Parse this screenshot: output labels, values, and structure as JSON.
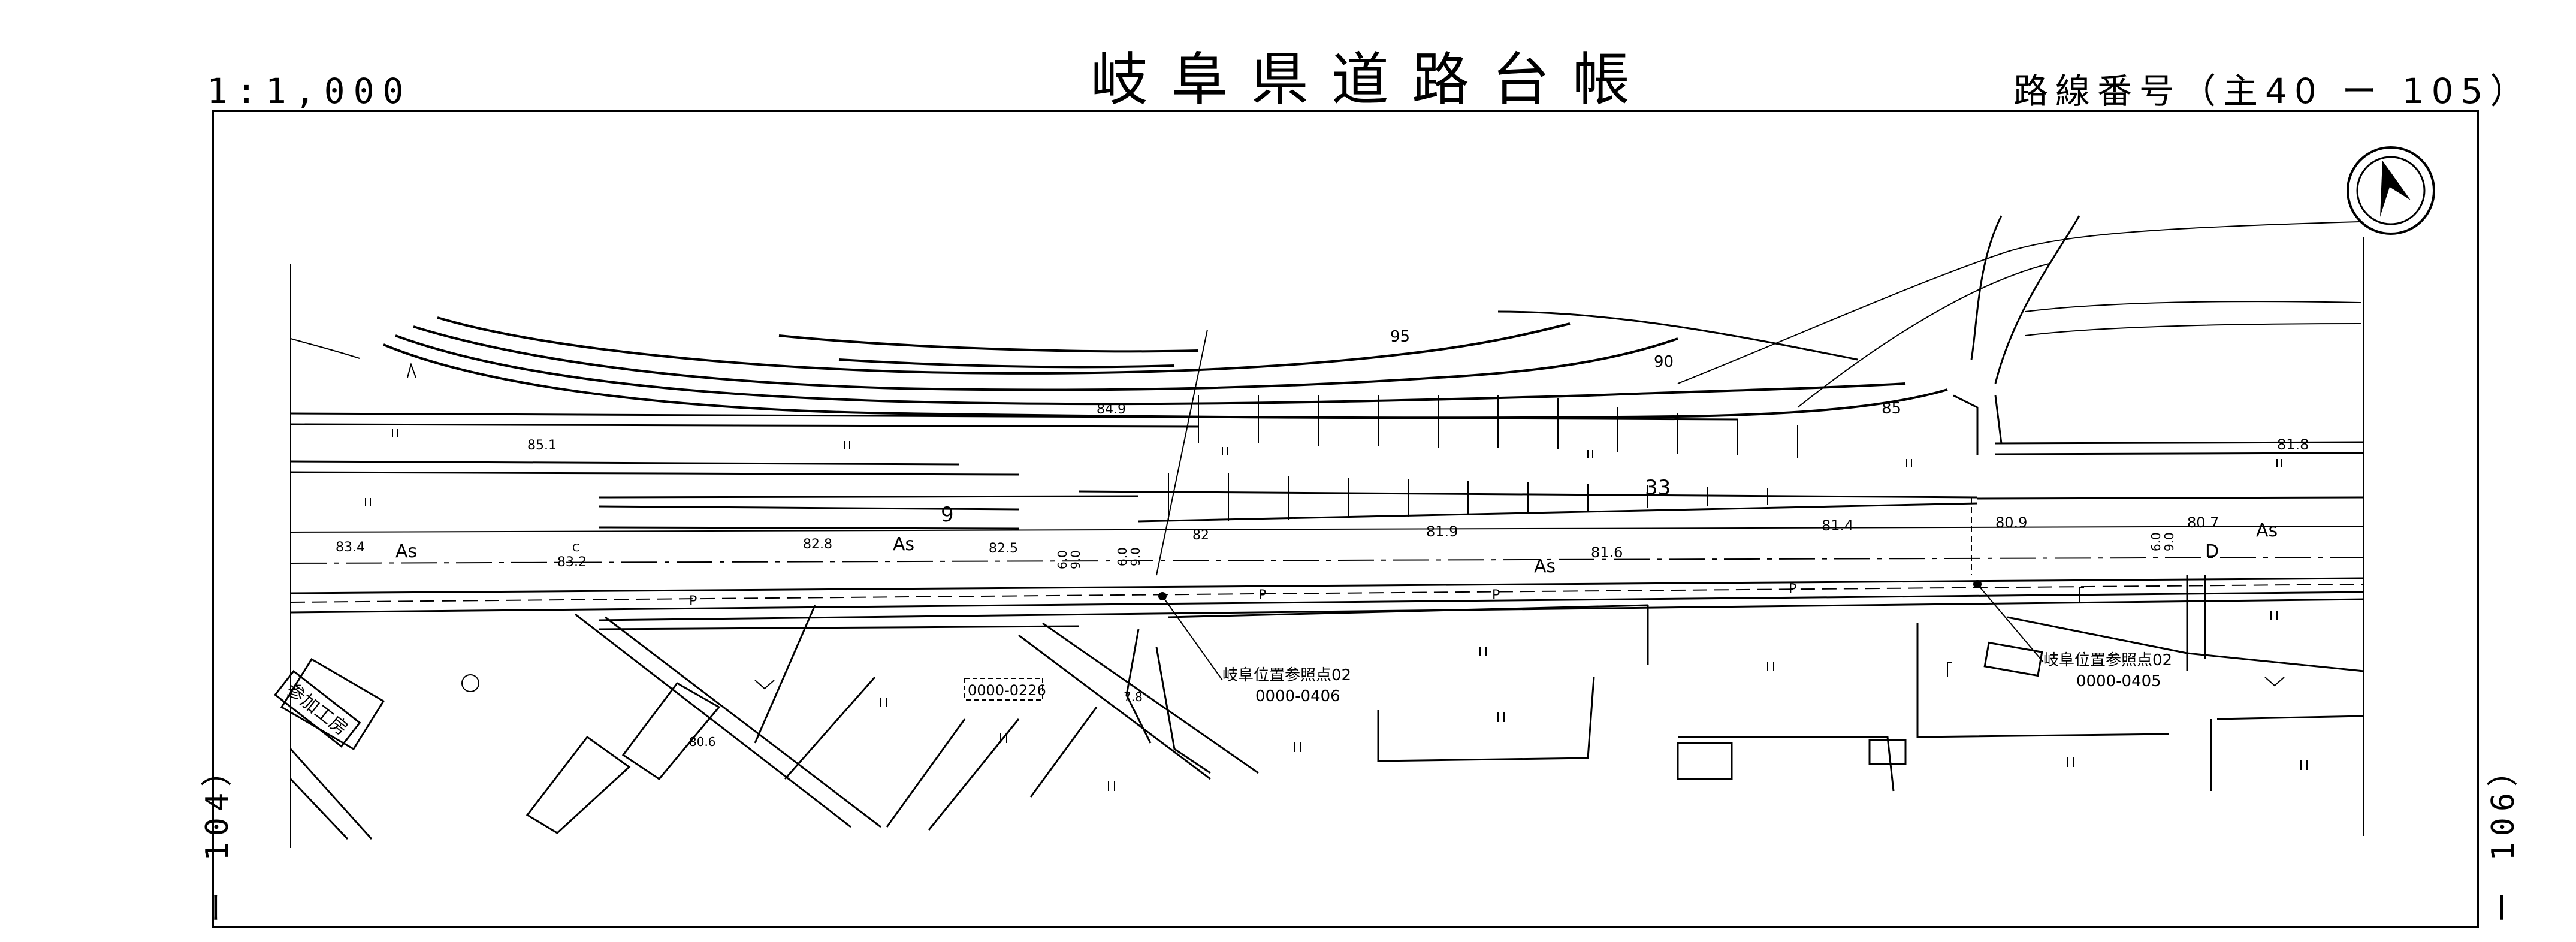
{
  "header": {
    "title": "岐阜県道路台帳",
    "scale": "1:1,000",
    "route_number": "路線番号（主40 ー 105）"
  },
  "sheet_links": {
    "left": "ー 104）",
    "right": "ー 106）"
  },
  "map": {
    "contours": [
      "95",
      "90",
      "85"
    ],
    "spot_heights": [
      "85.1",
      "84.9",
      "83.4",
      "83.2",
      "82.8",
      "82.5",
      "82",
      "81.9",
      "81.6",
      "81.4",
      "80.9",
      "80.7",
      "81.8",
      "80.6",
      "7.8"
    ],
    "road_surface": [
      "As",
      "As",
      "As",
      "As"
    ],
    "route_marker": "33",
    "facility": "参加工房",
    "reference_points": [
      {
        "label": "岐阜位置参照点02",
        "code": "0000-0406"
      },
      {
        "label": "岐阜位置参照点02",
        "code": "0000-0405"
      }
    ],
    "other_codes": [
      "0000-0226"
    ],
    "widths": [
      "6.0",
      "9.0",
      "6.0",
      "9.0",
      "6.0",
      "9.0"
    ],
    "small_marks": [
      "9",
      "P",
      "P",
      "P",
      "P",
      "D",
      "C"
    ]
  }
}
